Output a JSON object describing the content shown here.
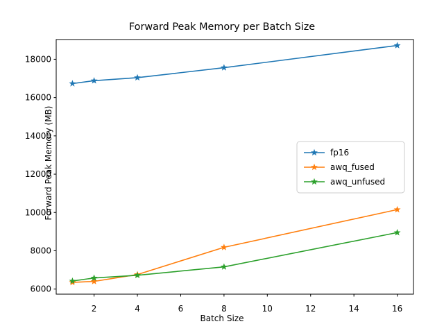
{
  "chart_data": {
    "type": "line",
    "title": "Forward Peak Memory per Batch Size",
    "xlabel": "Batch Size",
    "ylabel": "Forward Peak Memory (MB)",
    "x": [
      1,
      2,
      4,
      8,
      16
    ],
    "xlim": [
      0.25,
      16.75
    ],
    "ylim": [
      5735,
      19030
    ],
    "xticks": [
      2,
      4,
      6,
      8,
      10,
      12,
      14,
      16
    ],
    "xtick_labels": [
      "2",
      "4",
      "6",
      "8",
      "10",
      "12",
      "14",
      "16"
    ],
    "yticks": [
      6000,
      8000,
      10000,
      12000,
      14000,
      16000,
      18000
    ],
    "ytick_labels": [
      "6000",
      "8000",
      "10000",
      "12000",
      "14000",
      "16000",
      "18000"
    ],
    "grid": false,
    "legend_position": "center right",
    "marker": "star",
    "series": [
      {
        "name": "fp16",
        "color": "#1f77b4",
        "values": [
          16730,
          16880,
          17040,
          17560,
          18720
        ]
      },
      {
        "name": "awq_fused",
        "color": "#ff7f0e",
        "values": [
          6350,
          6400,
          6760,
          8180,
          10150
        ]
      },
      {
        "name": "awq_unfused",
        "color": "#2ca02c",
        "values": [
          6420,
          6580,
          6720,
          7160,
          8950
        ]
      }
    ]
  },
  "figure": {
    "background_color": "#ffffff",
    "axes_color": "#000000"
  }
}
